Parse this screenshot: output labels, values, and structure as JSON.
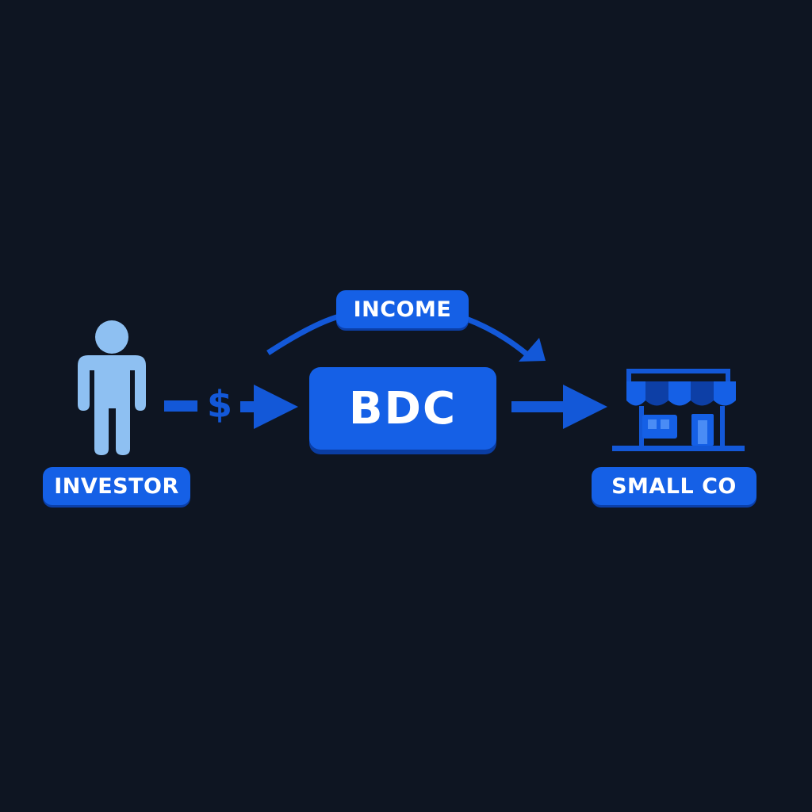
{
  "diagram": {
    "investor": {
      "label": "INVESTOR",
      "icon": "person-icon"
    },
    "flow_symbol": "$",
    "bdc": {
      "label": "BDC"
    },
    "income": {
      "label": "INCOME"
    },
    "small_co": {
      "label": "SMALL CO",
      "icon": "storefront-icon"
    }
  },
  "colors": {
    "background": "#0e1522",
    "pill": "#1560e6",
    "arrow": "#1358d8",
    "person": "#8ec0f2",
    "text": "#ffffff"
  }
}
